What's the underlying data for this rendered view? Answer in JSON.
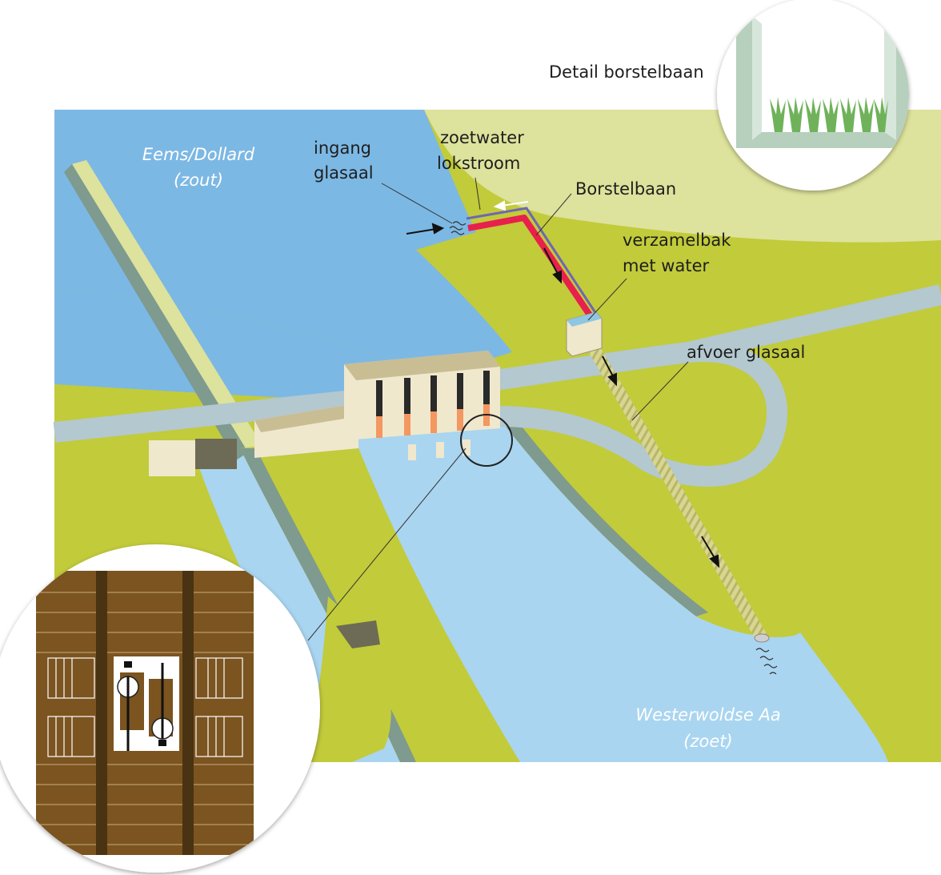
{
  "labels": {
    "detail_title": "Detail borstelbaan",
    "sea_name": "Eems/Dollard",
    "sea_type": "(zout)",
    "river_name": "Westerwoldse Aa",
    "river_type": "(zoet)",
    "entrance_line1": "ingang",
    "entrance_line2": "glasaal",
    "lure_line1": "zoetwater",
    "lure_line2": "lokstroom",
    "brush": "Borstelbaan",
    "collector_line1": "verzamelbak",
    "collector_line2": "met water",
    "outlet": "afvoer glasaal"
  },
  "colors": {
    "sea": "#7cb8e4",
    "river": "#a9d5f0",
    "land": "#c2cb3a",
    "land_light": "#dde29c",
    "road": "#b3c8cf",
    "dike_shadow": "#7f9a8e",
    "building": "#efe8cd",
    "building_roof": "#c9bd93",
    "brush_track": "#e8204d",
    "lure_pipe": "#6e66b4",
    "gate_wood": "#7b5420"
  },
  "icons": [
    "brush-track-detail",
    "sluice-gate-detail",
    "flow-arrow"
  ]
}
